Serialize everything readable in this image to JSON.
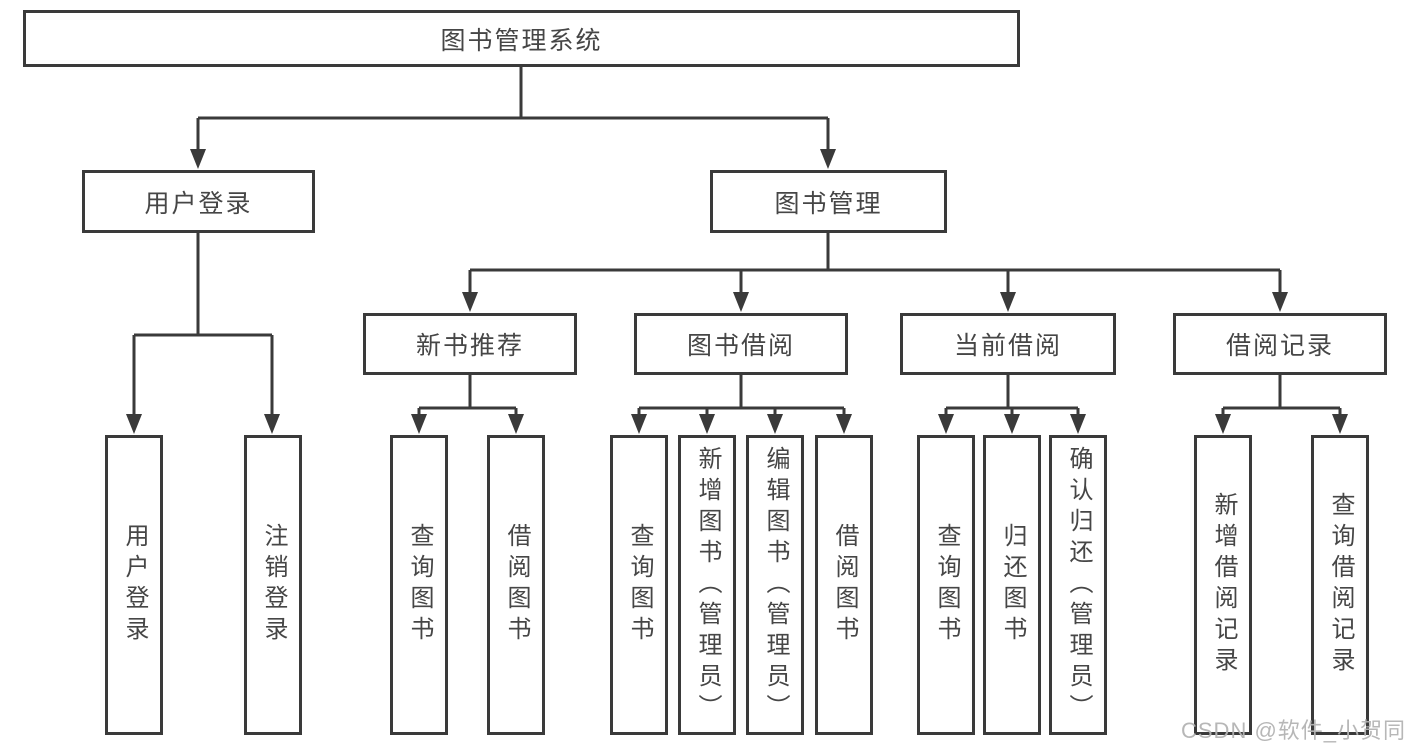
{
  "colors": {
    "line": "#3a3a3a",
    "box_border": "#3a3a3a",
    "text": "#464646",
    "watermark": "#b4b4b4",
    "background": "#ffffff"
  },
  "tree": {
    "root": "图书管理系统",
    "children": [
      {
        "label": "用户登录",
        "children": [
          "用户登录",
          "注销登录"
        ]
      },
      {
        "label": "图书管理",
        "children": [
          {
            "label": "新书推荐",
            "children": [
              "查询图书",
              "借阅图书"
            ]
          },
          {
            "label": "图书借阅",
            "children": [
              "查询图书",
              "新增图书（管理员）",
              "编辑图书（管理员）",
              "借阅图书"
            ]
          },
          {
            "label": "当前借阅",
            "children": [
              "查询图书",
              "归还图书",
              "确认归还（管理员）"
            ]
          },
          {
            "label": "借阅记录",
            "children": [
              "新增借阅记录",
              "查询借阅记录"
            ]
          }
        ]
      }
    ]
  },
  "watermark": {
    "text": "CSDN @软件_小贺同学"
  }
}
